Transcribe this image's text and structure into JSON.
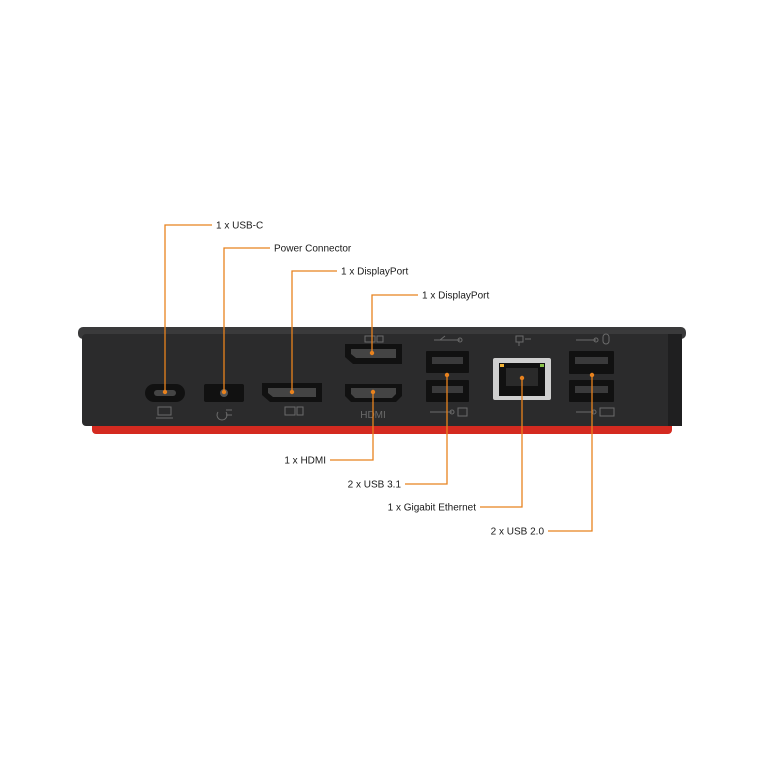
{
  "colors": {
    "accent": "#e8821e",
    "dock_body": "#2b2b2c",
    "dock_face": "#262627",
    "dock_base": "#d42a20",
    "port_frame": "#111111",
    "port_inner": "#3a3a3b",
    "label_text": "#1a1a1a",
    "background": "#ffffff"
  },
  "dock": {
    "port_markings": {
      "hdmi": "HDMI"
    }
  },
  "callouts": [
    {
      "id": "usb-c",
      "label": "1 x USB-C"
    },
    {
      "id": "power",
      "label": "Power Connector"
    },
    {
      "id": "displayport-1",
      "label": "1 x DisplayPort"
    },
    {
      "id": "displayport-2",
      "label": "1 x DisplayPort"
    },
    {
      "id": "hdmi",
      "label": "1 x HDMI"
    },
    {
      "id": "usb31",
      "label": "2 x USB 3.1"
    },
    {
      "id": "ethernet",
      "label": "1 x Gigabit Ethernet"
    },
    {
      "id": "usb20",
      "label": "2 x USB 2.0"
    }
  ]
}
